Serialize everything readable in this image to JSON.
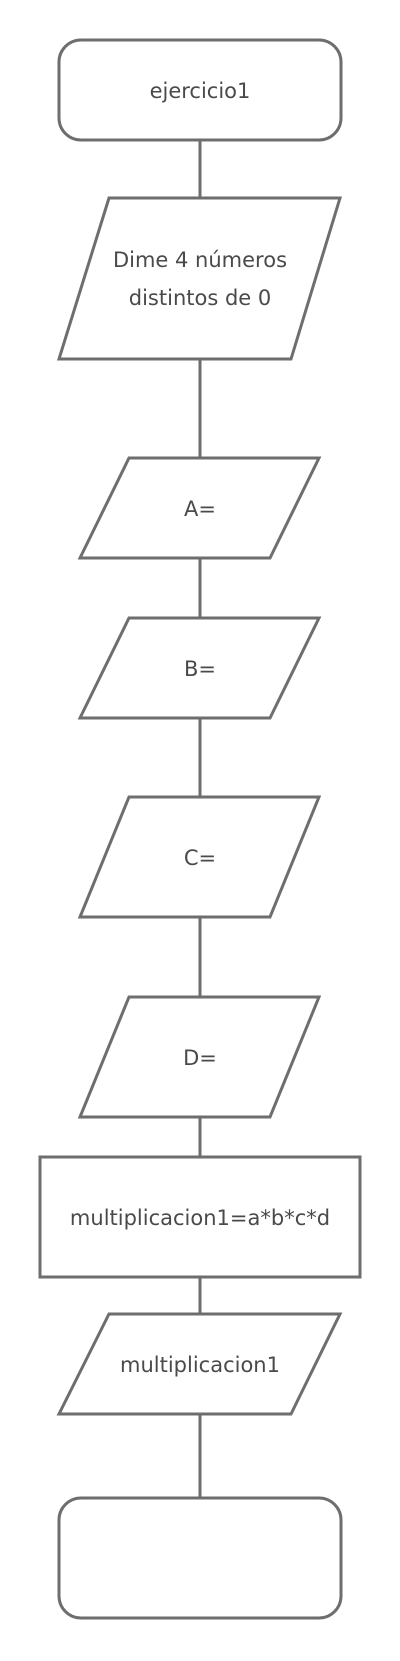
{
  "flowchart": {
    "start": {
      "label": "ejercicio1"
    },
    "prompt": {
      "line1": "Dime 4 números",
      "line2": "distintos de 0"
    },
    "input_a": {
      "label": "A="
    },
    "input_b": {
      "label": "B="
    },
    "input_c": {
      "label": "C="
    },
    "input_d": {
      "label": "D="
    },
    "process": {
      "label": "multiplicacion1=a*b*c*d"
    },
    "output": {
      "label": "multiplicacion1"
    },
    "end": {
      "label": ""
    }
  }
}
